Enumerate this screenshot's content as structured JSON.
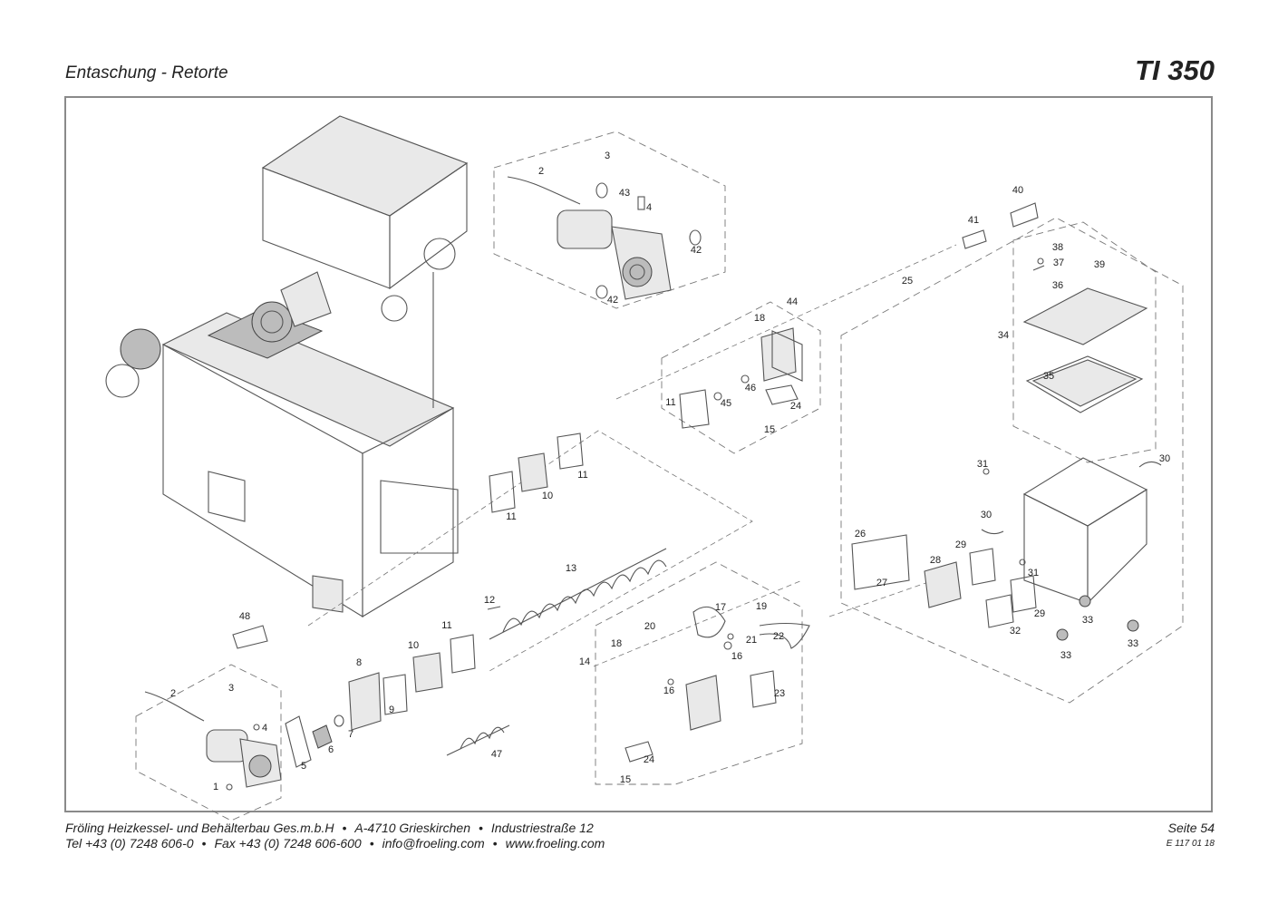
{
  "header": {
    "title": "Entaschung - Retorte",
    "model": "TI 350"
  },
  "footer": {
    "company": "Fröling Heizkessel- und Behälterbau Ges.m.b.H",
    "address": "A-4710 Grieskirchen",
    "street": "Industriestraße 12",
    "tel": "Tel +43 (0) 7248 606-0",
    "fax": "Fax +43 (0) 7248 606-600",
    "email": "info@froeling.com",
    "web": "www.froeling.com",
    "bullet": "•",
    "page": "Seite 54",
    "doc_no": "E 117 01 18"
  },
  "callouts": {
    "c1": "1",
    "c2a": "2",
    "c2b": "2",
    "c3a": "3",
    "c3b": "3",
    "c4a": "4",
    "c4b": "4",
    "c5": "5",
    "c6": "6",
    "c7": "7",
    "c8": "8",
    "c9": "9",
    "c10a": "10",
    "c10b": "10",
    "c11a": "11",
    "c11b": "11",
    "c11c": "11",
    "c11d": "11",
    "c12": "12",
    "c13": "13",
    "c14": "14",
    "c15a": "15",
    "c15b": "15",
    "c16a": "16",
    "c16b": "16",
    "c17": "17",
    "c18a": "18",
    "c18b": "18",
    "c19": "19",
    "c20": "20",
    "c21": "21",
    "c22": "22",
    "c23": "23",
    "c24a": "24",
    "c24b": "24",
    "c25": "25",
    "c26": "26",
    "c27": "27",
    "c28": "28",
    "c29a": "29",
    "c29b": "29",
    "c30a": "30",
    "c30b": "30",
    "c31a": "31",
    "c31b": "31",
    "c32": "32",
    "c33a": "33",
    "c33b": "33",
    "c33c": "33",
    "c34": "34",
    "c35": "35",
    "c36": "36",
    "c37": "37",
    "c38": "38",
    "c39": "39",
    "c40": "40",
    "c41": "41",
    "c42a": "42",
    "c42b": "42",
    "c43": "43",
    "c44": "44",
    "c45": "45",
    "c46": "46",
    "c47": "47",
    "c48": "48"
  }
}
